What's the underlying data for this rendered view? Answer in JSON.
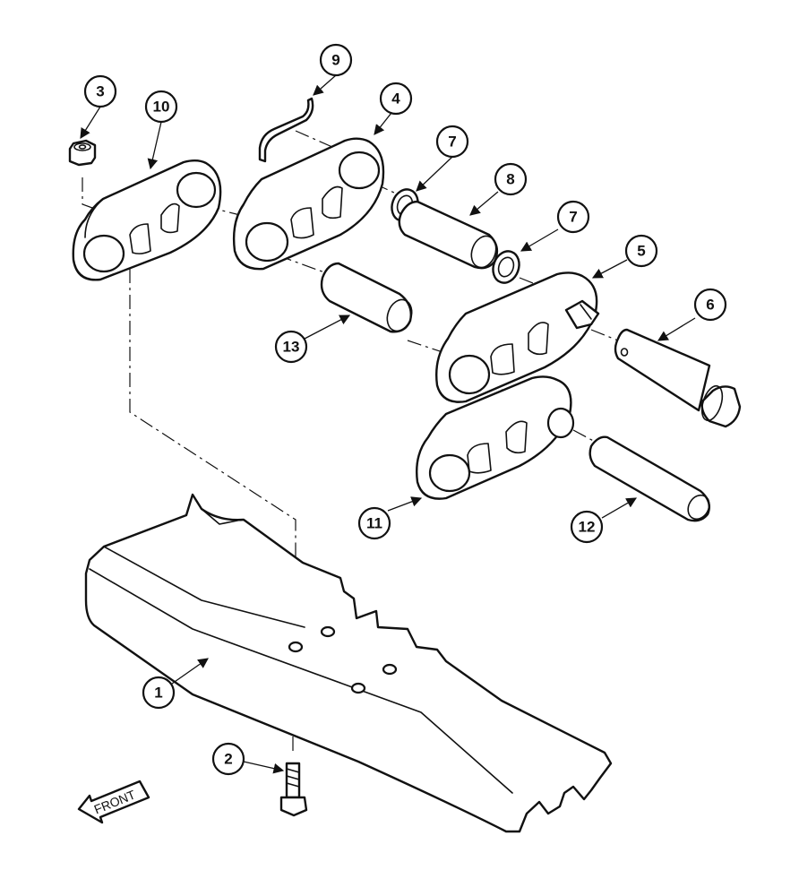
{
  "callouts": [
    {
      "id": "1",
      "label": "1"
    },
    {
      "id": "2",
      "label": "2"
    },
    {
      "id": "3",
      "label": "3"
    },
    {
      "id": "4",
      "label": "4"
    },
    {
      "id": "5",
      "label": "5"
    },
    {
      "id": "6",
      "label": "6"
    },
    {
      "id": "7a",
      "label": "7"
    },
    {
      "id": "7b",
      "label": "7"
    },
    {
      "id": "8",
      "label": "8"
    },
    {
      "id": "9",
      "label": "9"
    },
    {
      "id": "10",
      "label": "10"
    },
    {
      "id": "11",
      "label": "11"
    },
    {
      "id": "12",
      "label": "12"
    },
    {
      "id": "13",
      "label": "13"
    }
  ],
  "front_label": "FRONT"
}
